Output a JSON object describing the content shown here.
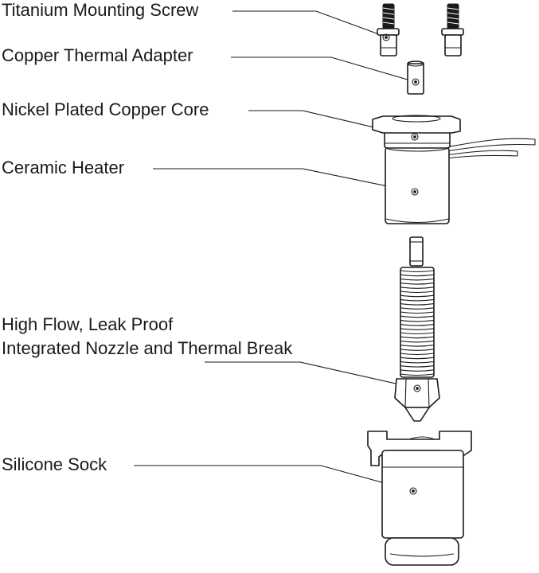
{
  "diagram": {
    "callouts": [
      {
        "id": "screw",
        "lines": [
          "Titanium Mounting Screw"
        ]
      },
      {
        "id": "adapter",
        "lines": [
          "Copper Thermal Adapter"
        ]
      },
      {
        "id": "core",
        "lines": [
          "Nickel Plated Copper Core"
        ]
      },
      {
        "id": "heater",
        "lines": [
          "Ceramic Heater"
        ]
      },
      {
        "id": "nozzle",
        "lines": [
          "High Flow, Leak Proof",
          "Integrated Nozzle and Thermal Break"
        ]
      },
      {
        "id": "sock",
        "lines": [
          "Silicone Sock"
        ]
      }
    ]
  }
}
